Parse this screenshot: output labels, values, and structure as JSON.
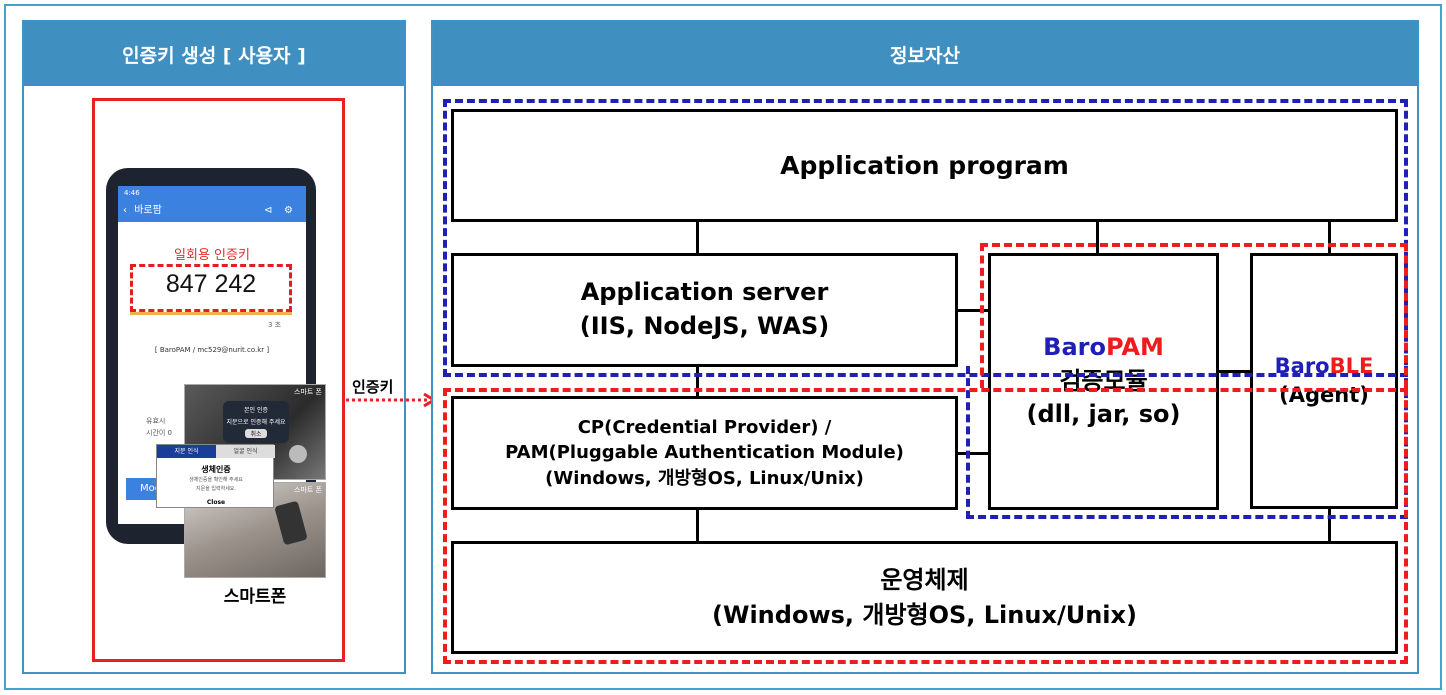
{
  "left_panel": {
    "title": "인증키 생성 [ 사용자 ]"
  },
  "right_panel": {
    "title": "정보자산"
  },
  "phone": {
    "status_time": "4:46",
    "app_title": "바로팜",
    "otp_label": "일회용 인증키",
    "otp_code": "847 242",
    "timer": "3 초",
    "account": "[ BaroPAM / mc529@nurit.co.kr ]",
    "partial_text_1": "유효시",
    "partial_text_2": "시간이 0",
    "partial_button": "Mod",
    "caption": "스마트폰"
  },
  "popup": {
    "badge_top": "스마트 폰",
    "badge_bottom": "스마트 폰",
    "dialog_title": "본인 인증",
    "dialog_sub": "지문으로 인증해 주세요",
    "dialog_btn": "취소",
    "tab_left": "지문 인식",
    "tab_right": "얼굴 인식",
    "bio_title": "생체인증",
    "bio_desc1": "생체인증을 확인해 주세요",
    "bio_desc2": "지문을 입력하세요.",
    "close": "Close"
  },
  "arrow_label": "인증키",
  "boxes": {
    "app_program": "Application program",
    "app_server_l1": "Application server",
    "app_server_l2": "(IIS, NodeJS, WAS)",
    "cp_l1": "CP(Credential Provider) /",
    "cp_l2": "PAM(Pluggable Authentication Module)",
    "cp_l3": "(Windows, 개방형OS, Linux/Unix)",
    "verify_baro": "Baro",
    "verify_pam": "PAM",
    "verify_l2": "검증모듈",
    "verify_l3": "(dll, jar, so)",
    "ble_baro": "Baro",
    "ble_ble": "BLE",
    "ble_l2": "(Agent)",
    "os_l1": "운영체제",
    "os_l2": "(Windows, 개방형OS, Linux/Unix)"
  },
  "colors": {
    "header": "#3f8fc0",
    "panel_border": "#3d93c2",
    "dash_blue": "#2020b4",
    "dash_red": "#ee1c1c",
    "otp_red": "#e03030",
    "phone_blue": "#3b82e0"
  }
}
